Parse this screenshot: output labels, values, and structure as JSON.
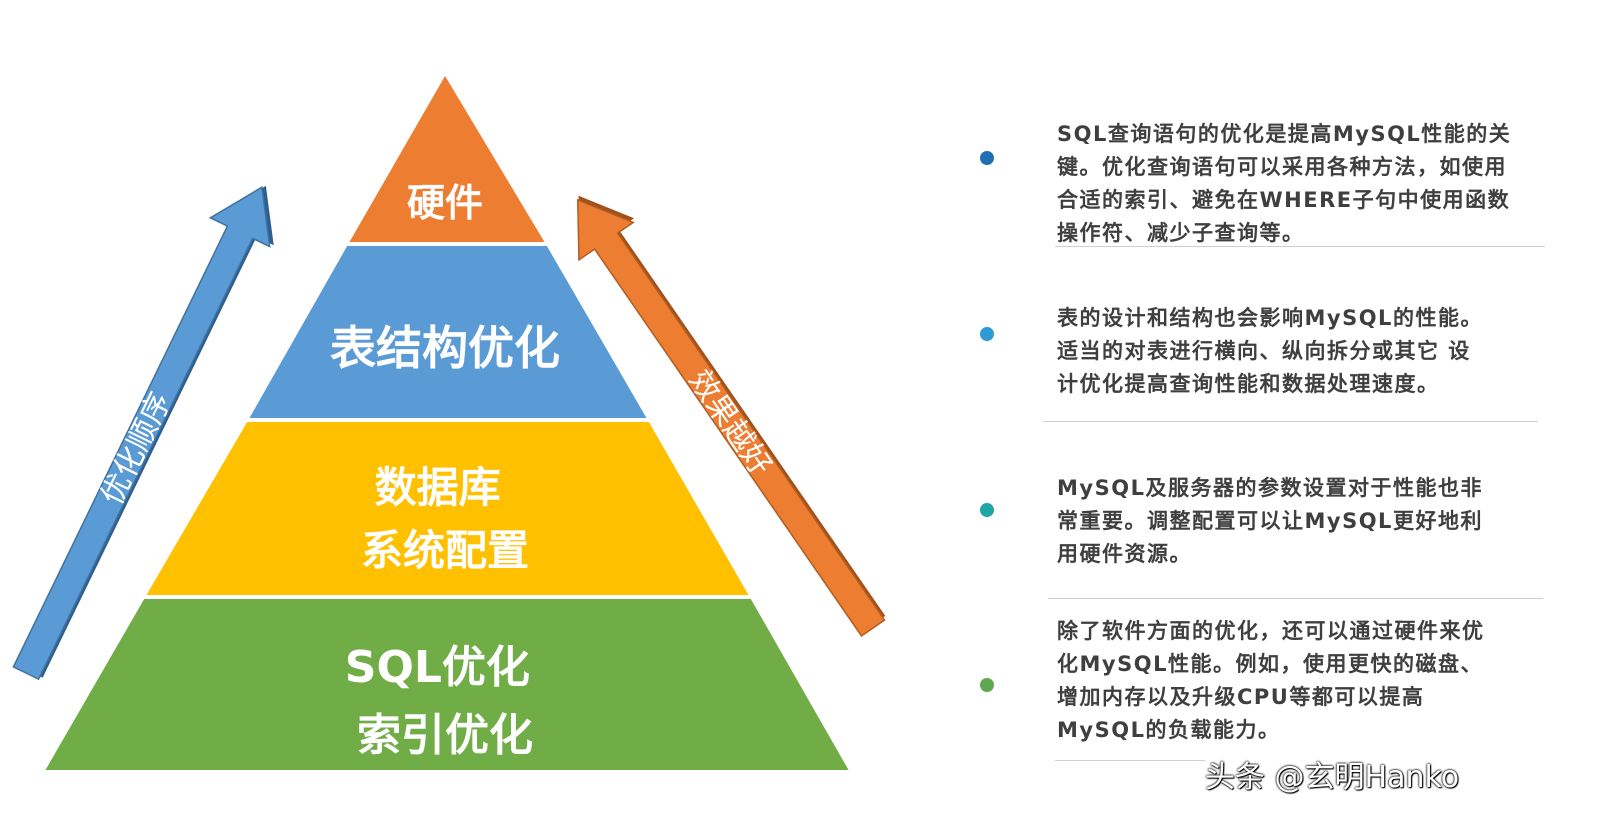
{
  "pyramid": {
    "layers": [
      {
        "id": "hardware",
        "lines": [
          "硬件"
        ],
        "color": "#ed7d31"
      },
      {
        "id": "schema",
        "lines": [
          "表结构优化"
        ],
        "color": "#5b9bd5"
      },
      {
        "id": "db_config",
        "lines": [
          "数据库",
          "系统配置"
        ],
        "color": "#ffc000"
      },
      {
        "id": "sql_index",
        "lines": [
          "SQL优化",
          "索引优化"
        ],
        "color": "#70ad47"
      }
    ]
  },
  "arrows": {
    "left": {
      "label": "优化顺序",
      "color": "#5b9bd5"
    },
    "right": {
      "label": "效果越好",
      "color": "#ed7d31"
    }
  },
  "descriptions": [
    {
      "dot_color": "#1f6fb5",
      "lines": [
        "SQL查询语句的优化是提高MySQL性能的关",
        "键。优化查询语句可以采用各种方法，如使用",
        "合适的索引、避免在WHERE子句中使用函数",
        "操作符、减少子查询等。"
      ]
    },
    {
      "dot_color": "#2e9bd6",
      "lines": [
        "表的设计和结构也会影响MySQL的性能。",
        "适当的对表进行横向、纵向拆分或其它 设",
        "计优化提高查询性能和数据处理速度。"
      ]
    },
    {
      "dot_color": "#1fa5a5",
      "lines": [
        "MySQL及服务器的参数设置对于性能也非",
        "常重要。调整配置可以让MySQL更好地利",
        "用硬件资源。"
      ]
    },
    {
      "dot_color": "#5fa84f",
      "lines": [
        "除了软件方面的优化，还可以通过硬件来优",
        "化MySQL性能。例如，使用更快的磁盘、",
        "增加内存以及升级CPU等都可以提高",
        "MySQL的负载能力。"
      ]
    }
  ],
  "watermark": "头条 @玄明Hanko"
}
